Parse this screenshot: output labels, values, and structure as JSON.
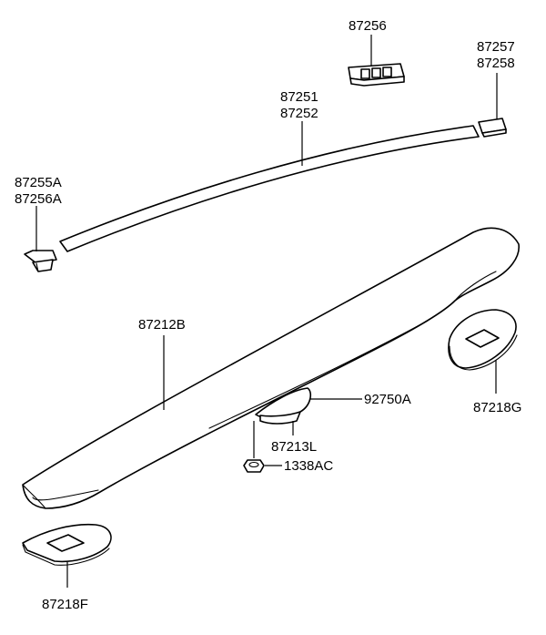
{
  "labels": {
    "l87256": "87256",
    "l87257": "87257",
    "l87258": "87258",
    "l87251": "87251",
    "l87252": "87252",
    "l87255A": "87255A",
    "l87256A": "87256A",
    "l87212B": "87212B",
    "l92750A": "92750A",
    "l87218G": "87218G",
    "l87213L": "87213L",
    "l1338AC": "1338AC",
    "l87218F": "87218F"
  },
  "colors": {
    "line": "#000000",
    "background": "#ffffff"
  }
}
